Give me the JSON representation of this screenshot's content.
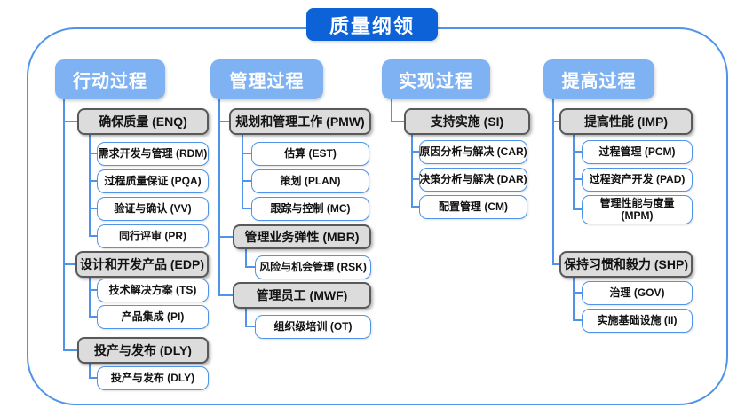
{
  "title": "质量纲领",
  "colors": {
    "title_bg": "#0e62d8",
    "header_bg": "#7fb2f2",
    "connector_blue": "#4f94e8",
    "group_fill": "#dcdcdc",
    "group_border": "#595959",
    "leaf_border": "#4f94e8"
  },
  "columns": [
    {
      "label": "行动过程",
      "groups": [
        {
          "title": "确保质量 (ENQ)",
          "children": [
            "需求开发与管理 (RDM)",
            "过程质量保证 (PQA)",
            "验证与确认 (VV)",
            "同行评审 (PR)"
          ]
        },
        {
          "title": "设计和开发产品 (EDP)",
          "children": [
            "技术解决方案 (TS)",
            "产品集成 (PI)"
          ]
        },
        {
          "title": "投产与发布 (DLY)",
          "children": [
            "投产与发布 (DLY)"
          ]
        }
      ]
    },
    {
      "label": "管理过程",
      "groups": [
        {
          "title": "规划和管理工作 (PMW)",
          "children": [
            "估算 (EST)",
            "策划 (PLAN)",
            "跟踪与控制 (MC)"
          ]
        },
        {
          "title": "管理业务弹性 (MBR)",
          "children": [
            "风险与机会管理 (RSK)"
          ]
        },
        {
          "title": "管理员工 (MWF)",
          "children": [
            "组织级培训 (OT)"
          ]
        }
      ]
    },
    {
      "label": "实现过程",
      "groups": [
        {
          "title": "支持实施 (SI)",
          "children": [
            "原因分析与解决 (CAR)",
            "决策分析与解决 (DAR)",
            "配置管理 (CM)"
          ]
        }
      ]
    },
    {
      "label": "提高过程",
      "groups": [
        {
          "title": "提高性能 (IMP)",
          "children": [
            "过程管理 (PCM)",
            "过程资产开发 (PAD)",
            "管理性能与度量 (MPM)"
          ]
        },
        {
          "title": "保持习惯和毅力 (SHP)",
          "children": [
            "治理 (GOV)",
            "实施基础设施 (II)"
          ]
        }
      ]
    }
  ]
}
